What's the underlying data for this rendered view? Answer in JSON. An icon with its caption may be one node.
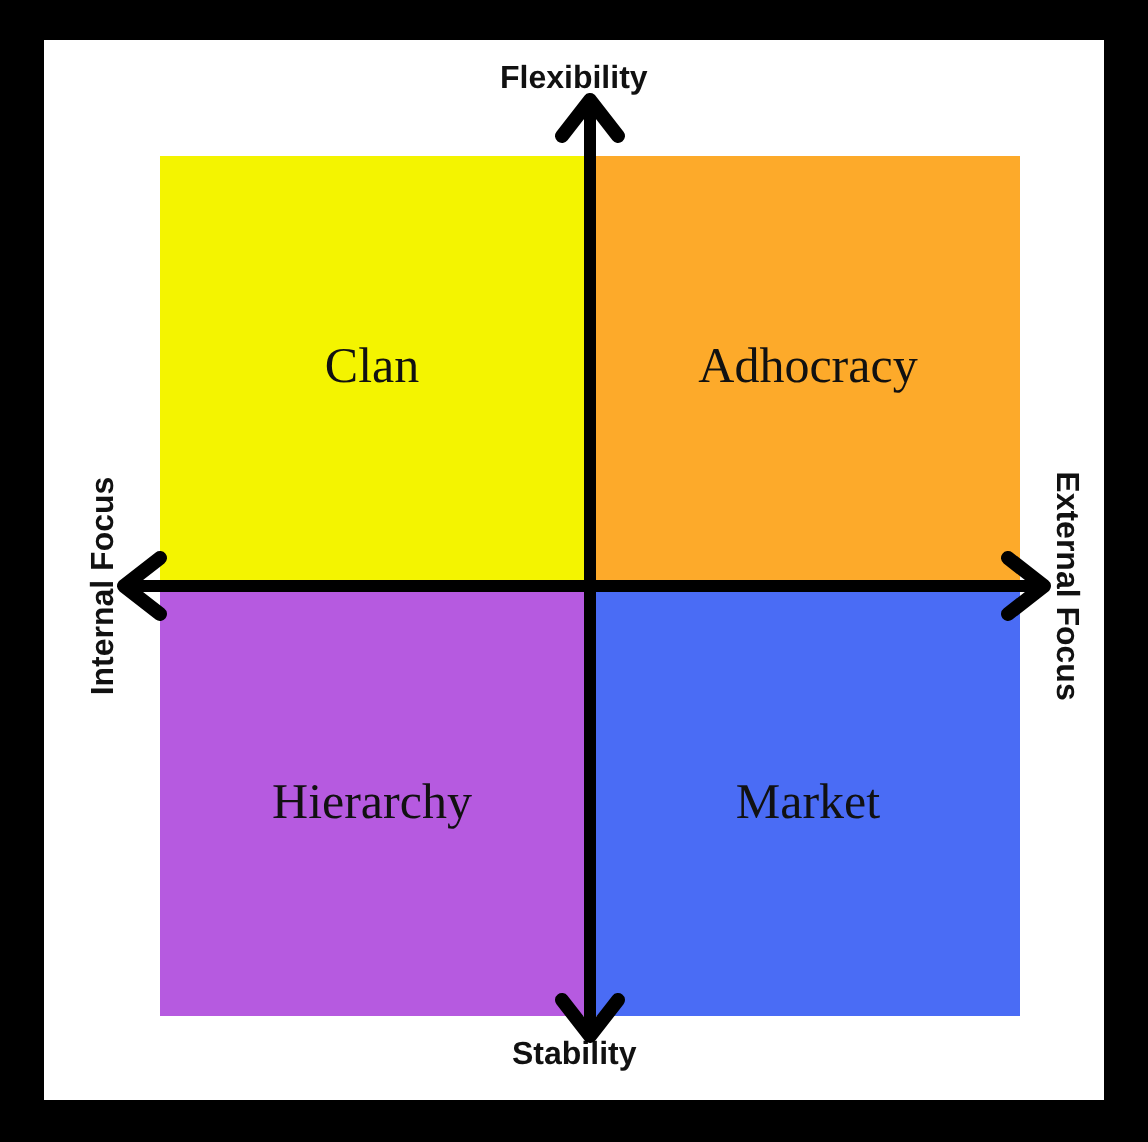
{
  "diagram": {
    "nodes": [
      {
        "text": [
          "Flexibility"
        ]
      },
      {
        "text": [
          "Clan"
        ]
      },
      {
        "text": [
          "Adhocracy"
        ]
      },
      {
        "text": [
          "Internal Focus"
        ]
      },
      {
        "text": [
          "External Focus"
        ]
      },
      {
        "text": [
          "Hierarchy"
        ]
      },
      {
        "text": [
          "Market"
        ]
      },
      {
        "text": [
          "Stability"
        ]
      }
    ],
    "edges": [
      {
        "from": 0,
        "to": 7,
        "arrow": "both"
      },
      {
        "from": 3,
        "to": 4,
        "arrow": "both"
      }
    ]
  }
}
